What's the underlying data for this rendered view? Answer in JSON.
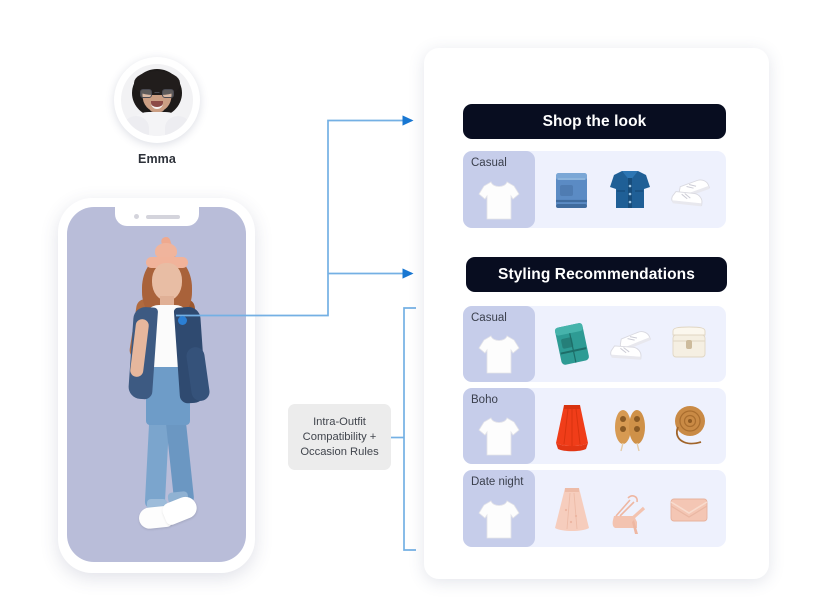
{
  "user": {
    "name": "Emma",
    "avatar_icon": "user-portrait-avatar"
  },
  "phone": {
    "screen_icon": "full-body-outfit-photo",
    "marker_icon": "detection-point-marker",
    "screen_bg": "#b9bdd9"
  },
  "annotation": {
    "text": "Intra-Outfit\nCompatibility +\nOccasion Rules"
  },
  "panel": {
    "sections": [
      {
        "header": "Shop the look",
        "rows": [
          {
            "label": "Casual",
            "tile_icon": "white-tshirt",
            "items": [
              {
                "icon": "blue-jeans-folded"
              },
              {
                "icon": "denim-jacket"
              },
              {
                "icon": "white-sneakers"
              }
            ]
          }
        ]
      },
      {
        "header": "Styling Recommendations",
        "rows": [
          {
            "label": "Casual",
            "tile_icon": "white-tshirt",
            "items": [
              {
                "icon": "teal-jeans"
              },
              {
                "icon": "white-sneakers"
              },
              {
                "icon": "cream-handbag"
              }
            ]
          },
          {
            "label": "Boho",
            "tile_icon": "white-tshirt",
            "items": [
              {
                "icon": "red-pleated-skirt"
              },
              {
                "icon": "tan-sandals"
              },
              {
                "icon": "round-rattan-bag"
              }
            ]
          },
          {
            "label": "Date night",
            "tile_icon": "white-tshirt",
            "items": [
              {
                "icon": "blush-lace-skirt"
              },
              {
                "icon": "blush-heels"
              },
              {
                "icon": "blush-clutch"
              }
            ]
          }
        ]
      }
    ]
  },
  "colors": {
    "background": "#ffffff",
    "header_dark": "#080d20",
    "row_bg": "#eef1fd",
    "label_tile": "#c6cdea",
    "connector_blue": "#74b0e4",
    "arrow_blue": "#1877d2",
    "marker_blue": "#2b7fd4",
    "annotation_bg": "#ececec"
  }
}
